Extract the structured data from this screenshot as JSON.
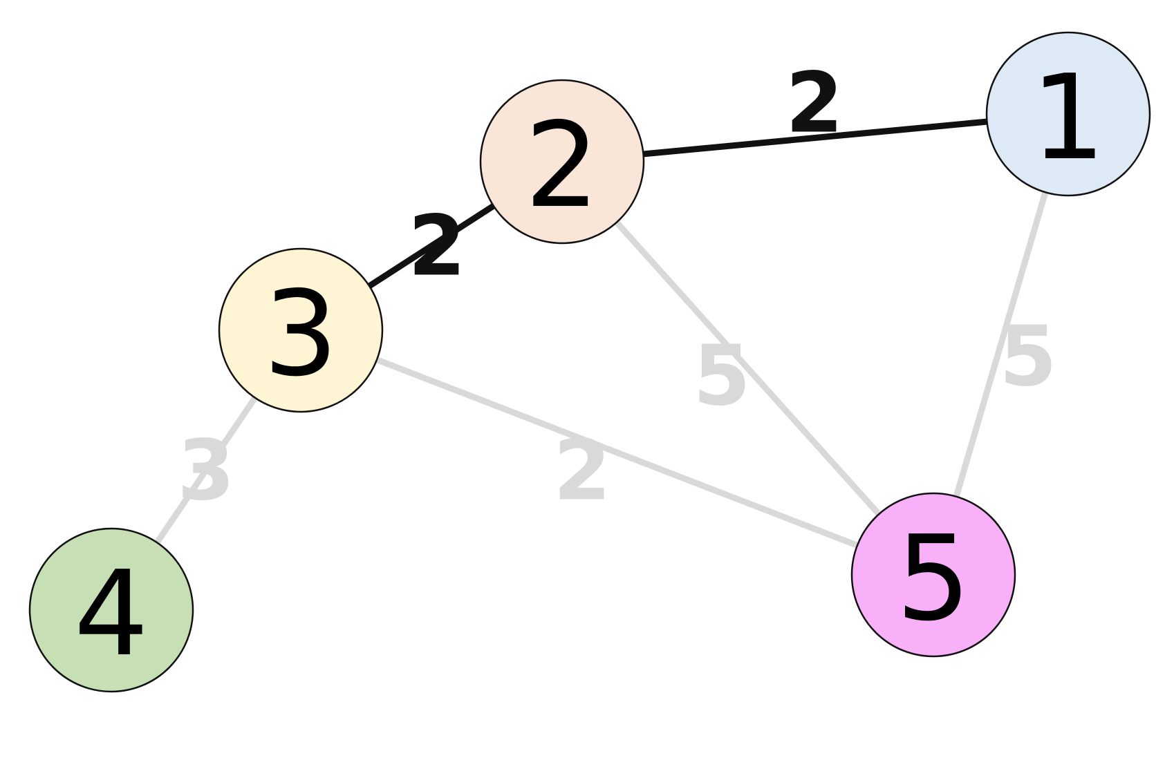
{
  "graph": {
    "nodes": [
      {
        "id": "1",
        "label": "1",
        "color": "#dde9f5"
      },
      {
        "id": "2",
        "label": "2",
        "color": "#fae5d9"
      },
      {
        "id": "3",
        "label": "3",
        "color": "#fff4d3"
      },
      {
        "id": "4",
        "label": "4",
        "color": "#c6dfb5"
      },
      {
        "id": "5",
        "label": "5",
        "color": "#f8b1f8"
      }
    ],
    "edges": [
      {
        "source": "2",
        "target": "1",
        "weight": "2",
        "highlighted": true
      },
      {
        "source": "3",
        "target": "2",
        "weight": "2",
        "highlighted": true
      },
      {
        "source": "2",
        "target": "5",
        "weight": "5",
        "highlighted": false
      },
      {
        "source": "1",
        "target": "5",
        "weight": "5",
        "highlighted": false
      },
      {
        "source": "3",
        "target": "5",
        "weight": "2",
        "highlighted": false
      },
      {
        "source": "3",
        "target": "4",
        "weight": "3",
        "highlighted": false
      }
    ],
    "colors": {
      "highlighted_edge": "#111111",
      "faded_edge": "#d9d9d9"
    }
  }
}
